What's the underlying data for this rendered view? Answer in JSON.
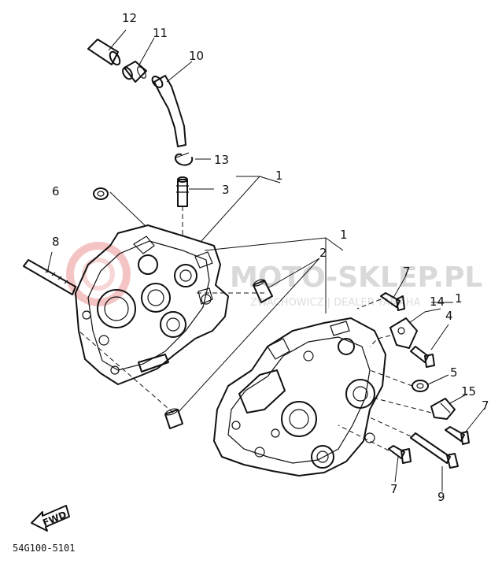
{
  "watermark": {
    "brand": "MOTO-SKLEP.PL",
    "subtitle": "ZWACHOWICZ | DEALER YAMAHA"
  },
  "fwd_label": "FWD",
  "diagram_code": "54G100-5101",
  "callouts": [
    {
      "id": "c12",
      "text": "12"
    },
    {
      "id": "c11",
      "text": "11"
    },
    {
      "id": "c10",
      "text": "10"
    },
    {
      "id": "c13",
      "text": "13"
    },
    {
      "id": "c3",
      "text": "3"
    },
    {
      "id": "c1a",
      "text": "1"
    },
    {
      "id": "c6",
      "text": "6"
    },
    {
      "id": "c8",
      "text": "8"
    },
    {
      "id": "c1b",
      "text": "1"
    },
    {
      "id": "c2",
      "text": "2"
    },
    {
      "id": "c7a",
      "text": "7"
    },
    {
      "id": "c14",
      "text": "14"
    },
    {
      "id": "c1c",
      "text": "1"
    },
    {
      "id": "c4",
      "text": "4"
    },
    {
      "id": "c5",
      "text": "5"
    },
    {
      "id": "c15",
      "text": "15"
    },
    {
      "id": "c7b",
      "text": "7"
    },
    {
      "id": "c7c",
      "text": "7"
    },
    {
      "id": "c9",
      "text": "9"
    }
  ]
}
